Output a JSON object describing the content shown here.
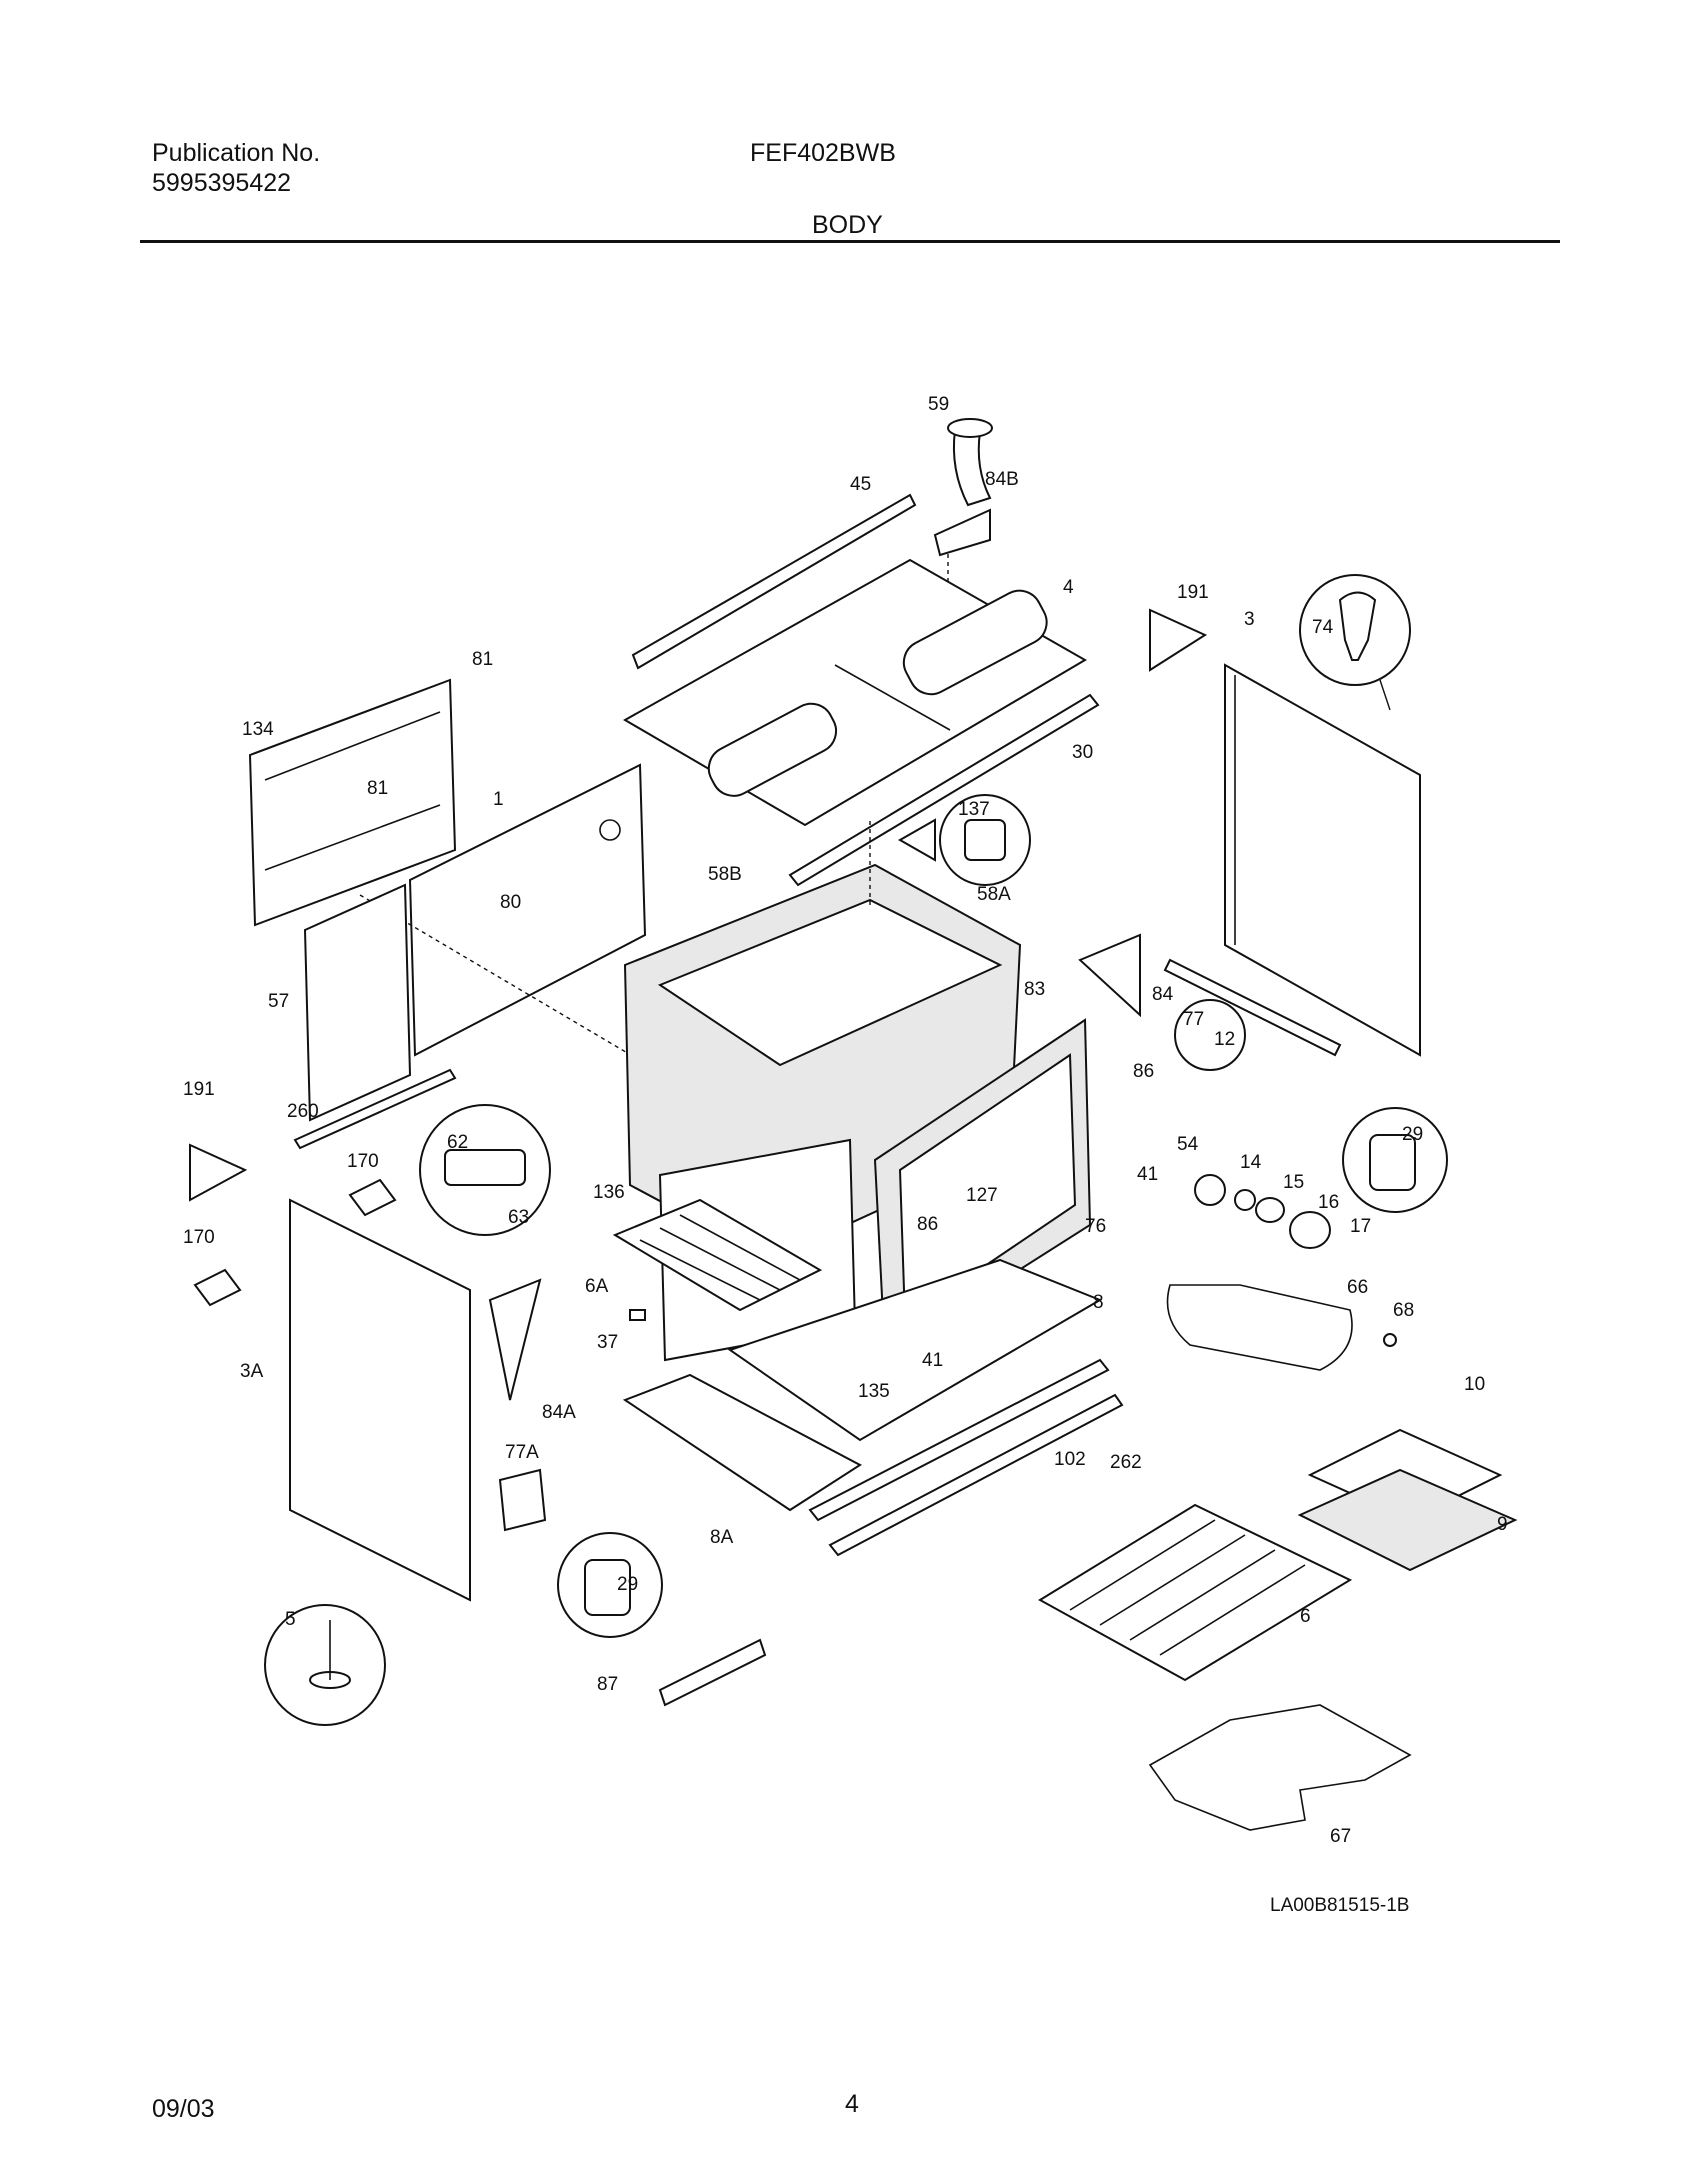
{
  "header": {
    "publication_label": "Publication No.",
    "publication_number": "5995395422",
    "model": "FEF402BWB",
    "section_title": "BODY"
  },
  "diagram": {
    "callouts": [
      "59",
      "45",
      "84B",
      "4",
      "191",
      "3",
      "74",
      "134",
      "81",
      "81",
      "30",
      "1",
      "137",
      "58B",
      "58A",
      "80",
      "57",
      "84",
      "77",
      "83",
      "12",
      "191",
      "260",
      "86",
      "29",
      "170",
      "62",
      "54",
      "14",
      "15",
      "16",
      "136",
      "127",
      "41",
      "17",
      "170",
      "63",
      "86",
      "76",
      "66",
      "68",
      "6A",
      "8",
      "37",
      "41",
      "3A",
      "135",
      "84A",
      "10",
      "77A",
      "102",
      "262",
      "9",
      "8A",
      "29",
      "5",
      "6",
      "87",
      "67"
    ],
    "drawing_number": "LA00B81515-1B"
  },
  "footer": {
    "date": "09/03",
    "page_number": "4"
  }
}
